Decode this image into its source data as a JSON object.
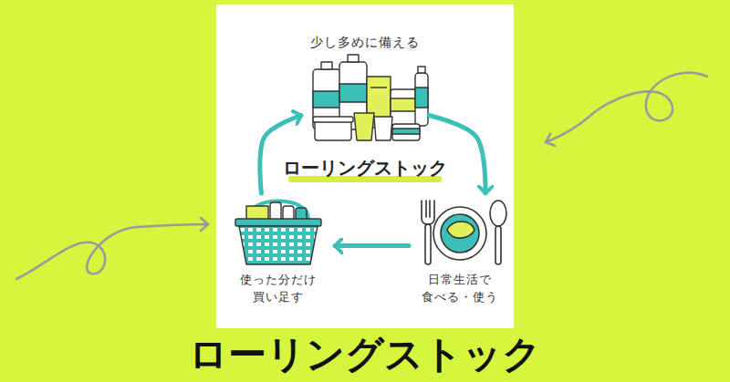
{
  "diagram": {
    "title": "ローリングストック",
    "nodes": [
      {
        "text": [
          "少し多めに備える"
        ]
      },
      {
        "text": [
          "日常生活で 食べる・使う"
        ]
      },
      {
        "text": [
          "使った分だけ 買い足す"
        ]
      }
    ],
    "edges": [
      {
        "from": 0,
        "to": 1,
        "arrow": "to"
      },
      {
        "from": 1,
        "to": 2,
        "arrow": "to"
      },
      {
        "from": 2,
        "to": 0,
        "arrow": "to"
      }
    ],
    "labels": [
      "ローリングストック"
    ]
  }
}
